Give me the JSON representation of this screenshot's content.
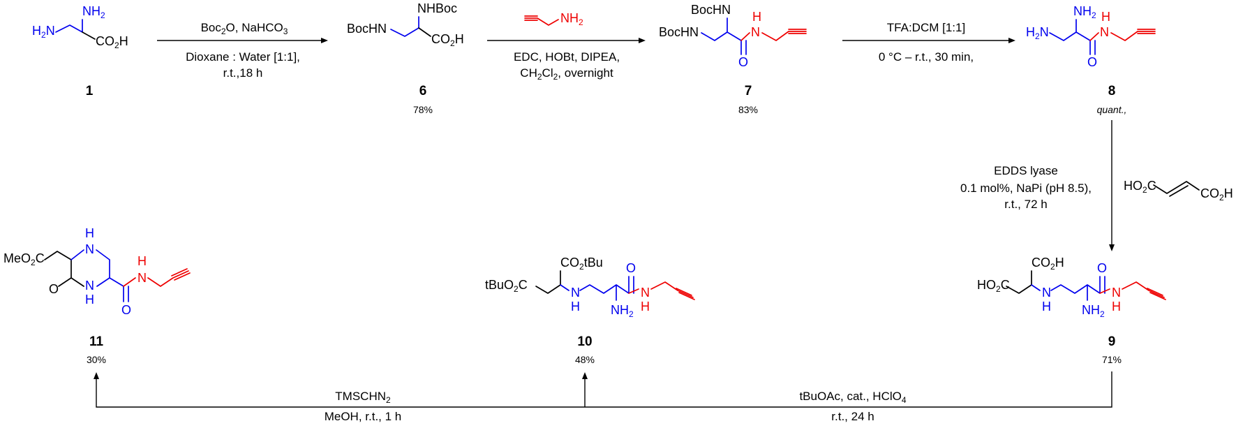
{
  "colors": {
    "blue": "#0000ee",
    "red": "#ee0000",
    "black": "#000000"
  },
  "compounds": {
    "c1": {
      "number": "1",
      "yield": "",
      "NH2_top": "NH2",
      "H2N": "H2N",
      "CO2H": "CO2H"
    },
    "c6": {
      "number": "6",
      "yield": "78%",
      "NHBoc": "NHBoc",
      "BocHN": "BocHN",
      "CO2H": "CO2H"
    },
    "c7": {
      "number": "7",
      "yield": "83%",
      "BocHN_top": "BocHN",
      "BocHN": "BocHN",
      "NH": "H",
      "N": "N",
      "O": "O"
    },
    "c8": {
      "number": "8",
      "yield": "quant.,",
      "NH2_top": "NH2",
      "H2N": "H2N",
      "NH": "H",
      "N": "N",
      "O": "O"
    },
    "c9": {
      "number": "9",
      "yield": "71%",
      "HO2C": "HO2C",
      "CO2H": "CO2H",
      "N": "N",
      "H": "H",
      "NH2": "NH2",
      "O": "O",
      "amideN": "N",
      "amideH": "H"
    },
    "c10": {
      "number": "10",
      "yield": "48%",
      "tBuO2C": "tBuO2C",
      "CO2tBu": "CO2tBu",
      "N": "N",
      "H": "H",
      "NH2": "NH2",
      "O": "O",
      "amideN": "N",
      "amideH": "H"
    },
    "c11": {
      "number": "11",
      "yield": "30%",
      "MeO2C": "MeO2C",
      "ringN_top": "N",
      "ringH_top": "H",
      "ringN_bot": "N",
      "ringH_bot": "H",
      "O_left": "O",
      "O_right": "O",
      "amideN": "N",
      "amideH": "H"
    }
  },
  "reagents": {
    "step1": {
      "line1": "Boc2O, NaHCO3",
      "line2": "Dioxane : Water [1:1],",
      "line3": "r.t.,18 h"
    },
    "step2": {
      "above": "NH2",
      "line1": "EDC, HOBt, DIPEA,",
      "line2": "CH2Cl2, overnight"
    },
    "step3": {
      "line1": "TFA:DCM [1:1]",
      "line2": "0 °C – r.t., 30 min,"
    },
    "step4": {
      "line1": "EDDS lyase",
      "line2": "0.1 mol%, NaPi (pH 8.5),",
      "line3": "r.t., 72 h",
      "fumarate_left": "HO2C",
      "fumarate_right": "CO2H"
    },
    "step5": {
      "line1": "tBuOAc, cat., HClO4",
      "line2": "r.t., 24 h"
    },
    "step6": {
      "line1": "TMSCHN2",
      "line2": "MeOH, r.t., 1 h"
    }
  }
}
